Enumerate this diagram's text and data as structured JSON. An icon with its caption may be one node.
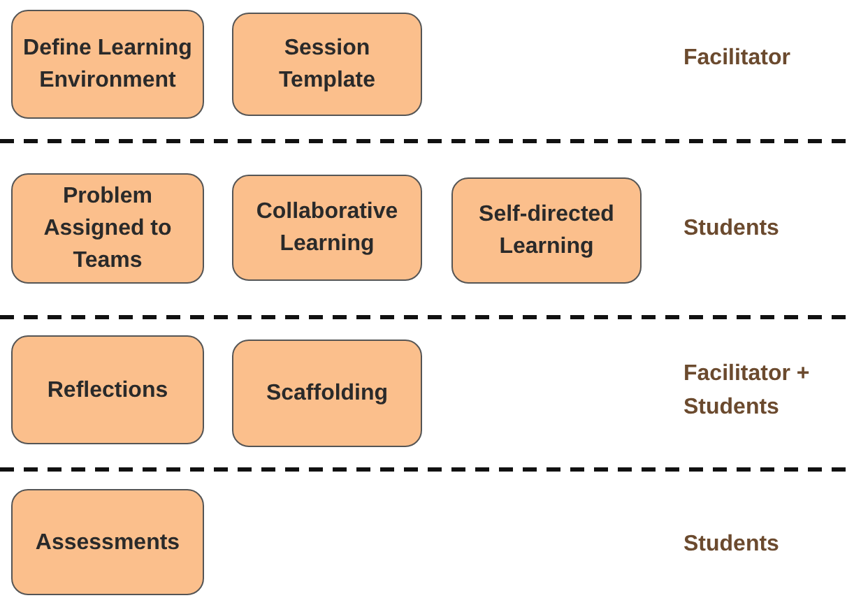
{
  "diagram": {
    "nodes": [
      {
        "text": [
          "Define Learning Environment"
        ]
      },
      {
        "text": [
          "Session Template"
        ]
      },
      {
        "text": [
          "Problem Assigned to Teams"
        ]
      },
      {
        "text": [
          "Collaborative Learning"
        ]
      },
      {
        "text": [
          "Self-directed Learning"
        ]
      },
      {
        "text": [
          "Reflections"
        ]
      },
      {
        "text": [
          "Scaffolding"
        ]
      },
      {
        "text": [
          "Assessments"
        ]
      }
    ],
    "labels": [
      "Facilitator",
      "Students",
      "Facilitator + Students",
      "Students"
    ]
  }
}
